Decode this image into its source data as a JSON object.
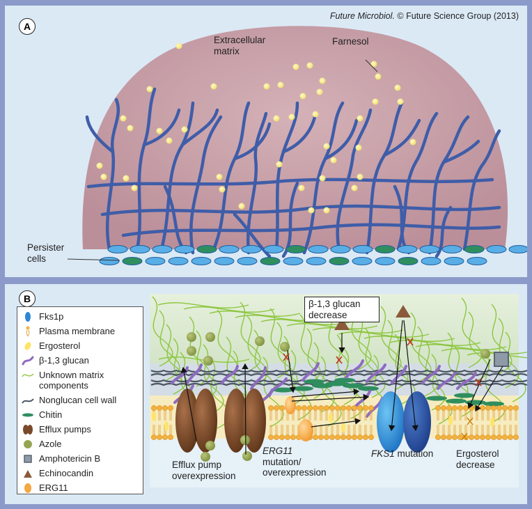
{
  "credit": {
    "journal": "Future Microbiol.",
    "copyright": "© Future Science Group (2013)"
  },
  "panelA": {
    "letter": "A",
    "extracellular_matrix": "Extracellular matrix",
    "farnesol": "Farnesol",
    "persister_cells": "Persister cells"
  },
  "panelB": {
    "letter": "B",
    "legend": [
      {
        "icon": "fks1p-icon",
        "label": "Fks1p"
      },
      {
        "icon": "plasma-membrane-icon",
        "label": "Plasma membrane"
      },
      {
        "icon": "ergosterol-icon",
        "label": "Ergosterol"
      },
      {
        "icon": "beta-glucan-icon",
        "label": "β-1,3 glucan"
      },
      {
        "icon": "unknown-matrix-icon",
        "label": "Unknown matrix components"
      },
      {
        "icon": "nonglucan-cell-wall-icon",
        "label": "Nonglucan cell wall"
      },
      {
        "icon": "chitin-icon",
        "label": "Chitin"
      },
      {
        "icon": "efflux-pumps-icon",
        "label": "Efflux pumps"
      },
      {
        "icon": "azole-icon",
        "label": "Azole"
      },
      {
        "icon": "amphotericin-b-icon",
        "label": "Amphotericin B"
      },
      {
        "icon": "echinocandin-icon",
        "label": "Echinocandin"
      },
      {
        "icon": "erg11-icon",
        "label": "ERG11"
      }
    ],
    "glucan_decrease": "β-1,3 glucan decrease",
    "efflux_overexpression": "Efflux pump overexpression",
    "erg11_gene": "ERG11",
    "erg11_mutation": "mutation/ overexpression",
    "fks1_gene": "FKS1",
    "fks1_mutation": "mutation",
    "ergosterol_decrease": "Ergosterol decrease"
  },
  "colors": {
    "background_frame": "#8b9ac8",
    "panel": "#dbe9f5",
    "matrix": "#c9a0a8",
    "hyphae": "#3f5da8",
    "farnesol": "#f5eb8a",
    "cell_blue": "#5aaee6",
    "cell_green": "#2f8e5e",
    "efflux_pump": "#7a4a2b",
    "fks1p": "#2d86d4",
    "erg11": "#f5a742",
    "glucan": "#8e6bbf",
    "matrix_fiber": "#8cc63f"
  }
}
